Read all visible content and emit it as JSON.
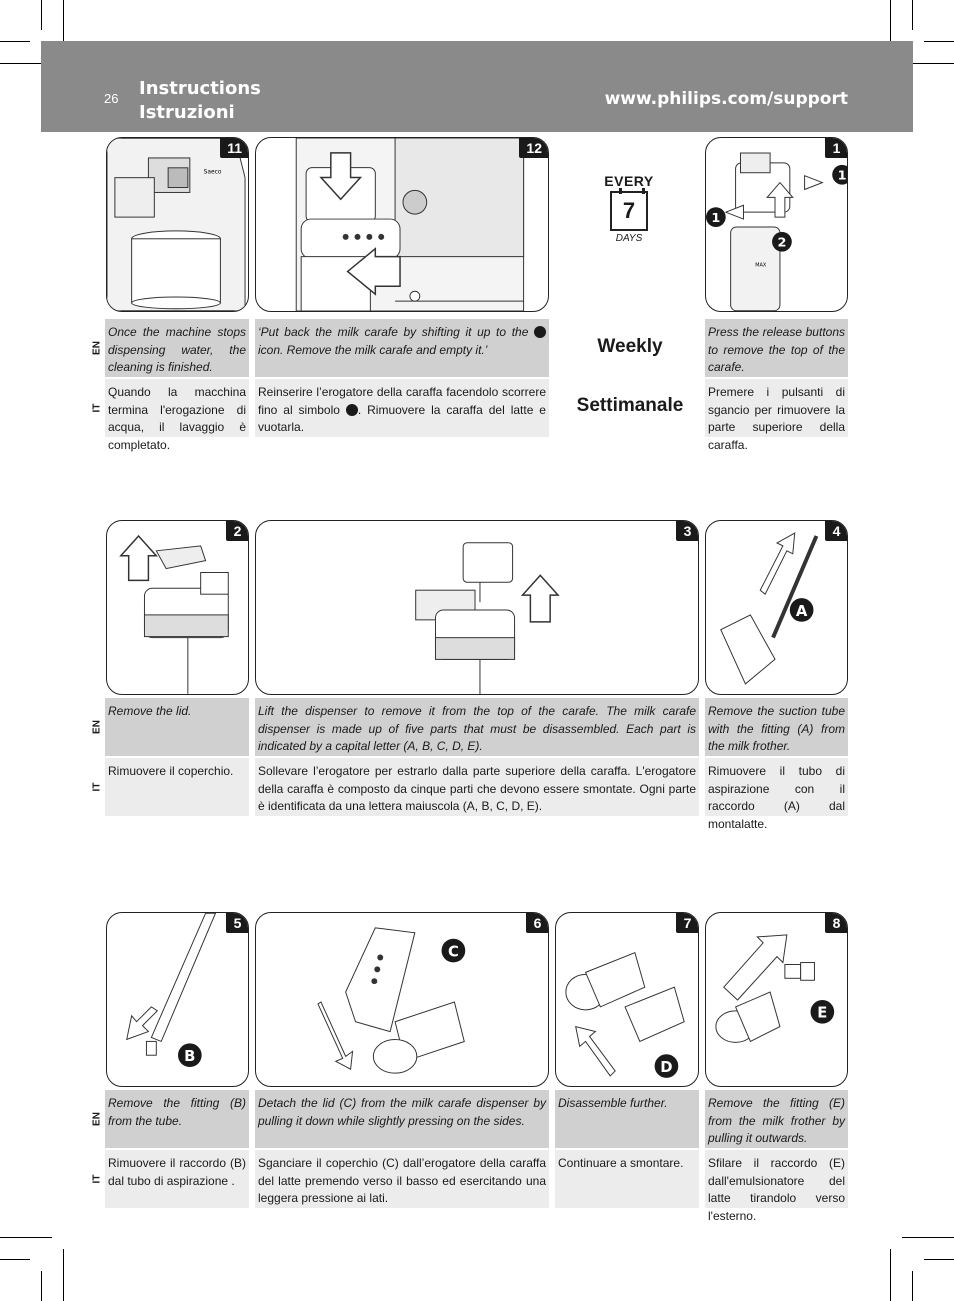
{
  "header": {
    "page_number": "26",
    "title_en": "Instructions",
    "title_it": "Istruzioni",
    "url": "www.philips.com/support"
  },
  "lang_labels": {
    "en": "EN",
    "it": "IT"
  },
  "weekly_block": {
    "every": "EVERY",
    "number": "7",
    "days": "DAYS",
    "weekly_en": "Weekly",
    "weekly_it": "Settimanale"
  },
  "steps": {
    "s11": {
      "badge": "11",
      "en": "Once the machine stops dispensing water, the cleaning is finished.",
      "it": "Quando la macchina termina l'erogazione di acqua, il lavaggio è completato."
    },
    "s12": {
      "badge": "12",
      "en_a": "‘Put back the milk carafe by shifting it up to the ",
      "en_b": " icon. Remove the milk carafe and empty it.’",
      "it_a": "Reinserire l’erogatore della caraffa facendolo scorrere fino al simbolo ",
      "it_b": ". Rimuovere la caraffa del latte e vuotarla."
    },
    "s1": {
      "badge": "1",
      "en": "Press the release buttons to remove the top of the carafe.",
      "it": "Premere i pulsanti di sgancio per rimuovere la parte superiore della caraffa."
    },
    "s2": {
      "badge": "2",
      "en": "Remove the lid.",
      "it": "Rimuovere il coperchio."
    },
    "s3": {
      "badge": "3",
      "en": "Lift the dispenser to remove it from the top of the carafe. The milk carafe dispenser is made up of five parts that must be disassembled. Each part is indicated by a capital letter (A, B, C, D, E).",
      "it": "Sollevare l’erogatore per estrarlo dalla parte superiore della caraffa. L'erogatore della caraffa è composto da cinque parti che devono essere smontate. Ogni parte è identificata da una lettera maiuscola (A, B, C, D, E)."
    },
    "s4": {
      "badge": "4",
      "en": "Remove the suction tube with the fitting (A) from the milk frother.",
      "it": "Rimuovere il tubo di aspirazione con il raccordo (A) dal montalatte."
    },
    "s5": {
      "badge": "5",
      "en": "Remove the fitting (B) from the tube.",
      "it": "Rimuovere il raccordo (B) dal tubo di aspirazione ."
    },
    "s6": {
      "badge": "6",
      "en": "Detach the lid (C) from the milk carafe dispenser by pulling it down while slightly pressing on the sides.",
      "it": "Sganciare il coperchio (C) dall’erogatore della caraffa del latte premendo verso il basso ed esercitando una leggera pressione ai lati."
    },
    "s7": {
      "badge": "7",
      "en": "Disassemble further.",
      "it": "Continuare a smontare."
    },
    "s8": {
      "badge": "8",
      "en": "Remove the fitting (E) from the milk frother by pulling it outwards.",
      "it": "Sfilare il raccordo (E) dall'emulsionatore del latte tirandolo verso l'esterno."
    }
  },
  "figure_labels": {
    "machine_brand": "Saeco",
    "carafe_mark": "MAX",
    "release_a": "1",
    "release_b": "1",
    "lift": "2",
    "part_a": "A",
    "part_b": "B",
    "part_c": "C",
    "part_d": "D",
    "part_e": "E"
  }
}
